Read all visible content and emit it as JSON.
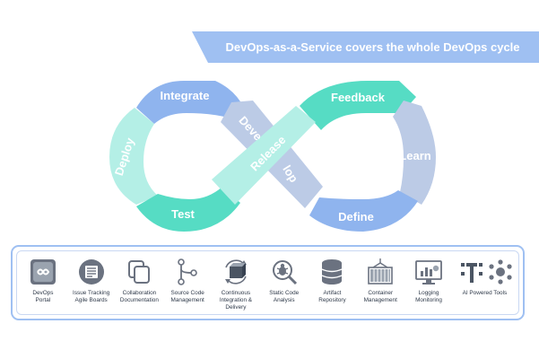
{
  "banner": {
    "title": "DevOps-as-a-Service covers the whole DevOps cycle"
  },
  "cycle": {
    "integrate": "Integrate",
    "deploy": "Deploy",
    "test": "Test",
    "develop_part1": "Deve",
    "develop_part2": "lop",
    "release": "Release",
    "feedback": "Feedback",
    "learn": "Learn",
    "define": "Define"
  },
  "colors": {
    "blue": "#8fb4ee",
    "teal": "#56dcc4",
    "teal_light": "#b4efe6",
    "grey_blue": "#bccbe6",
    "banner": "#9fc0f2"
  },
  "tools": [
    {
      "label": "DevOps\nPortal",
      "icon": "devops-portal-icon"
    },
    {
      "label": "Issue Tracking\nAgile Boards",
      "icon": "issue-tracking-icon"
    },
    {
      "label": "Collaboration\nDocumentation",
      "icon": "collaboration-icon"
    },
    {
      "label": "Source Code\nManagement",
      "icon": "source-code-icon"
    },
    {
      "label": "Continuous\nIntegration &\nDelivery",
      "icon": "ci-cd-icon"
    },
    {
      "label": "Static Code\nAnalysis",
      "icon": "static-analysis-icon"
    },
    {
      "label": "Artifact\nRepository",
      "icon": "artifact-repository-icon"
    },
    {
      "label": "Container\nManagement",
      "icon": "container-icon"
    },
    {
      "label": "Logging\nMonitoring",
      "icon": "monitoring-icon"
    },
    {
      "label": "AI Powered Tools",
      "icon": "ai-tools-icon"
    }
  ]
}
